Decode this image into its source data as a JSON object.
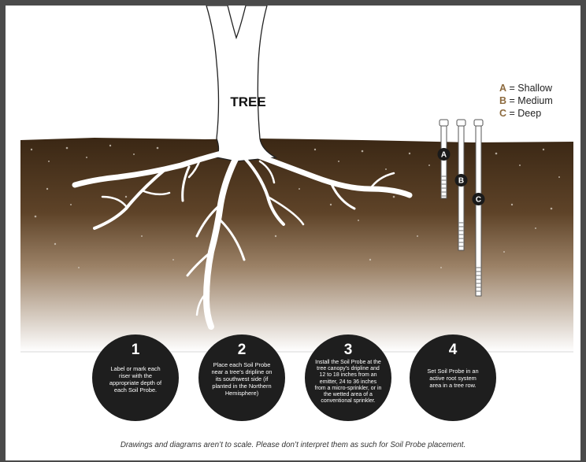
{
  "diagram": {
    "tree_label": "TREE",
    "legend": [
      {
        "key": "A",
        "text": " = Shallow"
      },
      {
        "key": "B",
        "text": " = Medium"
      },
      {
        "key": "C",
        "text": " = Deep"
      }
    ],
    "probes": [
      "A",
      "B",
      "C"
    ],
    "colors": {
      "soil_dark": "#3d2a17",
      "soil_mid": "#8a6b4a",
      "circle": "#1e1e1e",
      "legend_key": "#8c6a3e"
    }
  },
  "steps": [
    {
      "number": "1",
      "text": "Label or mark each riser with the appropriate depth of each Soil Probe."
    },
    {
      "number": "2",
      "text": "Place each Soil Probe near a tree’s dripline on its southwest side (if planted in the Northern Hemisphere)"
    },
    {
      "number": "3",
      "text": "Install the Soil Probe at the tree canopy’s dripline and 12 to 18 inches from an emitter, 24 to 36 inches from a micro-sprinkler, or in the wetted area of a conventional sprinkler."
    },
    {
      "number": "4",
      "text": "Set Soil Probe in an active root system area in a tree row."
    }
  ],
  "caption": "Drawings and diagrams aren’t to scale. Please don’t interpret them as such for Soil Probe placement."
}
